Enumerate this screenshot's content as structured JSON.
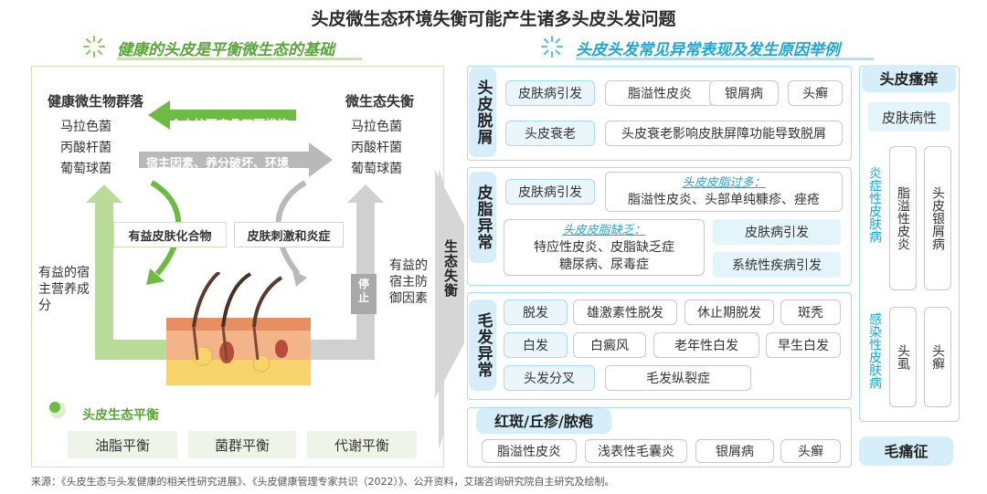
{
  "title": "头皮微生态环境失衡可能产生诸多头皮头发问题",
  "left_section_title": "健康的头皮是平衡微生态的基础",
  "right_section_title": "头皮头发常见异常表现及发生原因举例",
  "left": {
    "healthy_title": "健康微生物群落",
    "healthy_microbes": [
      "马拉色菌",
      "丙酸杆菌",
      "葡萄球菌"
    ],
    "imbalance_title": "微生态失衡",
    "imbalance_microbes": [
      "马拉色菌",
      "丙酸杆菌",
      "葡萄球菌"
    ],
    "arrow_care": "个人护理产品干预措施",
    "arrow_factors": "宿主因素、养分破坏、环境",
    "beneficial_compounds": "有益皮肤化合物",
    "skin_irritation": "皮肤刺激和炎症",
    "host_nutrition": "有益的宿主营养成分",
    "host_defense": "有益的宿主防御因素",
    "stop": "停止",
    "balance_title": "头皮生态平衡",
    "balances": [
      "油脂平衡",
      "菌群平衡",
      "代谢平衡"
    ],
    "middle_label": "生态失衡"
  },
  "right": {
    "dandruff": {
      "label": "头皮脱屑",
      "row1": [
        "皮肤病引发",
        "脂溢性皮炎",
        "银屑病",
        "头癣"
      ],
      "row2_label": "头皮衰老",
      "row2_desc": "头皮衰老影响皮肤屏障功能导致脱屑"
    },
    "sebum": {
      "label": "皮脂异常",
      "row1_label": "皮肤病引发",
      "excess_title": "头皮皮脂过多：",
      "excess_desc": "脂溢性皮炎、头部单纯糠疹、痤疮",
      "deficit_title": "头皮皮脂缺乏：",
      "deficit_desc1": "特应性皮炎、皮脂缺乏症",
      "deficit_desc2": "糖尿病、尿毒症",
      "cause1": "皮肤病引发",
      "cause2": "系统性疾病引发"
    },
    "hair": {
      "label": "毛发异常",
      "row1_label": "脱发",
      "row1": [
        "雄激素性脱发",
        "休止期脱发",
        "斑秃"
      ],
      "row2_label": "白发",
      "row2": [
        "白癜风",
        "老年性白发",
        "早生白发"
      ],
      "row3_label": "头发分叉",
      "row3": [
        "毛发纵裂症"
      ]
    },
    "rash": {
      "label": "红斑/丘疹/脓疱",
      "items": [
        "脂溢性皮炎",
        "浅表性毛囊炎",
        "银屑病",
        "头癣"
      ]
    },
    "itch": {
      "label": "头皮瘙痒",
      "skin_cause": "皮肤病性",
      "inflammatory": "炎症性皮肤病",
      "inflammatory_items": [
        "脂溢性皮炎",
        "头皮银屑病"
      ],
      "infectious": "感染性皮肤病",
      "infectious_items": [
        "头虱",
        "头癣"
      ]
    },
    "hair_pain": "毛痛征"
  },
  "source": "来源：《头皮生态与头发健康的相关性研究进展》、《头皮健康管理专家共识（2022）》、公开资料，艾瑞咨询研究院自主研究及绘制。",
  "colors": {
    "green": "#6dbb42",
    "blue": "#1aa7d6",
    "light_blue": "#d5eef9",
    "gray": "#c8c8c8"
  }
}
